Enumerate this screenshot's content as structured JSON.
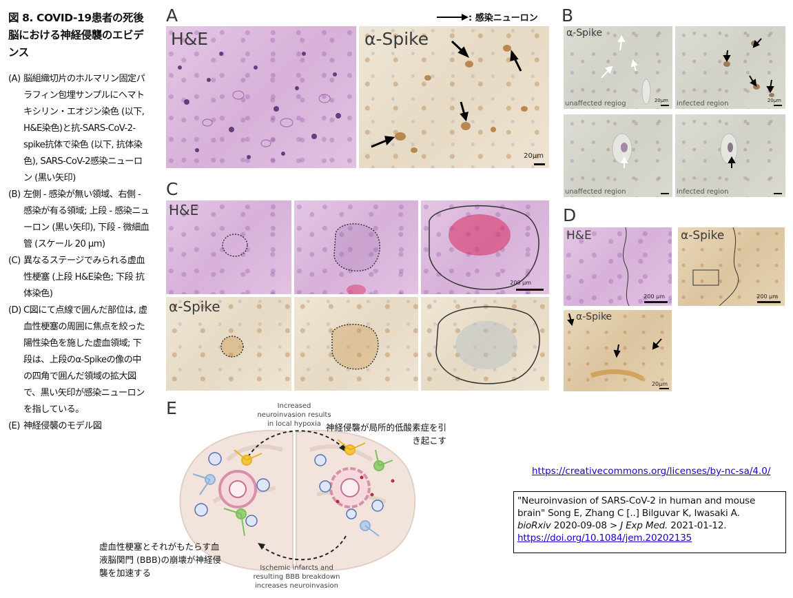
{
  "caption": {
    "title": "図 8.  COVID-19患者の死後脳における神経侵襲のエビデンス",
    "items": [
      {
        "label": "(A)",
        "text": "脳組織切片のホルマリン固定パラフィン包埋サンプルにヘマトキシリン・エオジン染色 (以下, H&E染色)と抗-SARS-CoV-2-spike抗体で染色 (以下, 抗体染色), SARS-CoV-2感染ニューロン (黒い矢印)"
      },
      {
        "label": "(B)",
        "text": "左側 - 感染が無い領域、右側 - 感染が有る領域; 上段 - 感染ニューロン (黒い矢印), 下段 - 微細血管 (スケール 20 μm)"
      },
      {
        "label": "(C)",
        "text": "異なるステージでみられる虚血性梗塞 (上段 H&E染色; 下段 抗体染色)"
      },
      {
        "label": "(D)",
        "text": "C図にて点線で囲んだ部位は, 虚血性梗塞の周囲に焦点を絞った陽性染色を施した虚血領域; 下段は、上段のα-Spikeの像の中の四角で囲んだ領域の拡大図で、黒い矢印が感染ニューロンを指している。"
      },
      {
        "label": "(E)",
        "text": "神経侵襲のモデル図"
      }
    ]
  },
  "arrow_legend": ": 感染ニューロン",
  "panels": {
    "A": {
      "label": "A",
      "left": "H&E",
      "right": "α-Spike",
      "scale": "20μm"
    },
    "B": {
      "label": "B",
      "stain": "α-Spike",
      "unaffected": "unaffected regiog",
      "infected": "infected region",
      "unaffected2": "unaffected region",
      "infected2": "infected region",
      "scale": "20μm"
    },
    "C": {
      "label": "C",
      "top": "H&E",
      "bottom": "α-Spike",
      "scale": "200 μm"
    },
    "D": {
      "label": "D",
      "he": "H&E",
      "spike": "α-Spike",
      "spike_zoom": "α-Spike",
      "scale": "200 μm",
      "scale_small": "20μm"
    },
    "E": {
      "label": "E",
      "top_en": "Increased neuroinvasion results in local hypoxia",
      "top_ja": "神経侵襲が局所的低酸素症を引き起こす",
      "bottom_en": "Ischemic infarcts and resulting BBB breakdown increases neuroinvasion",
      "bottom_ja": "虚血性梗塞とそれがもたらす血液脳関門 (BBB)の崩壊が神経侵襲を加速する"
    }
  },
  "license_url": "https://creativecommons.org/licenses/by-nc-sa/4.0/",
  "citation": {
    "title": "\"Neuroinvasion of SARS-CoV-2 in human and mouse brain\"",
    "authors": "Song E, Zhang C [..] Bilguvar K, Iwasaki A.",
    "preprint": "bioRxiv",
    "preprint_date": "2020-09-08 >",
    "journal": "J Exp Med.",
    "journal_date": "2021-01-12.",
    "doi_url": "https://doi.org/10.1084/jem.20202135"
  },
  "colors": {
    "link": "#1a00cc",
    "he_pink": "#d9b3da",
    "spike_tan": "#e9dfcc"
  }
}
